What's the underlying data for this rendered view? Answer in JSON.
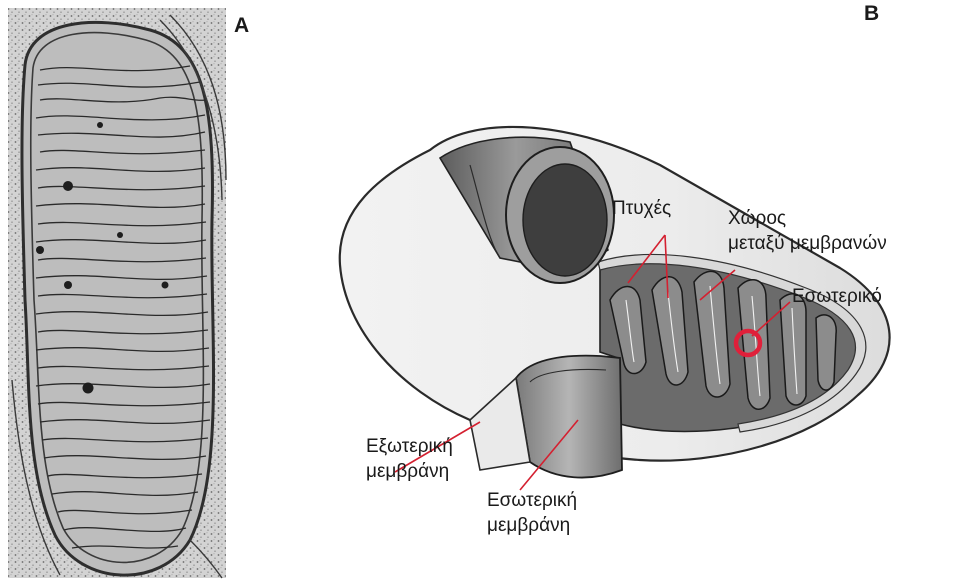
{
  "panels": {
    "a_letter": "A",
    "b_letter": "B"
  },
  "labels": {
    "folds": "Πτυχές",
    "intermembrane_line1": "Χώρος",
    "intermembrane_line2": "μεταξύ μεμβρανών",
    "matrix": "Εσωτερικό",
    "outer_line1": "Εξωτερική",
    "outer_line2": "μεμβράνη",
    "inner_line1": "Εσωτερική",
    "inner_line2": "μεμβράνη"
  },
  "colors": {
    "pointer_red": "#d42030",
    "ink": "#1a1a1a",
    "highlight_circle": "#e0203a"
  }
}
